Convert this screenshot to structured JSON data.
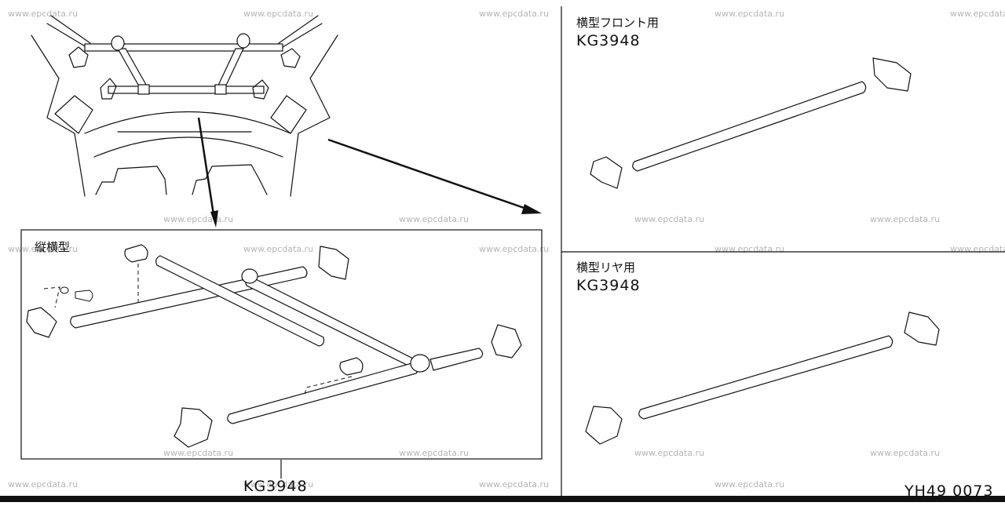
{
  "watermark": "www.epcdata.ru",
  "main_panel": {
    "label": "縦横型",
    "code": "KG3948"
  },
  "front_panel": {
    "label": "横型フロント用",
    "code": "KG3948"
  },
  "rear_panel": {
    "label": "横型リヤ用",
    "code": "KG3948"
  },
  "figure_id": "YH49 0073"
}
